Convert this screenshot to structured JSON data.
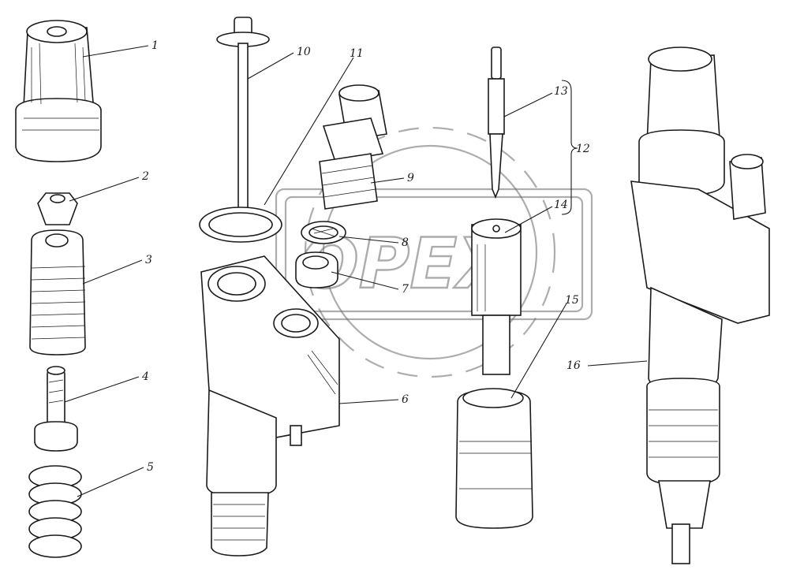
{
  "watermark": {
    "text": "OPEX"
  },
  "callouts": [
    {
      "id": "1",
      "text": "1"
    },
    {
      "id": "2",
      "text": "2"
    },
    {
      "id": "3",
      "text": "3"
    },
    {
      "id": "4",
      "text": "4"
    },
    {
      "id": "5",
      "text": "5"
    },
    {
      "id": "6",
      "text": "6"
    },
    {
      "id": "7",
      "text": "7"
    },
    {
      "id": "8",
      "text": "8"
    },
    {
      "id": "9",
      "text": "9"
    },
    {
      "id": "10",
      "text": "10"
    },
    {
      "id": "11",
      "text": "11"
    },
    {
      "id": "12",
      "text": "12"
    },
    {
      "id": "13",
      "text": "13"
    },
    {
      "id": "14",
      "text": "14"
    },
    {
      "id": "15",
      "text": "15"
    },
    {
      "id": "16",
      "text": "16"
    }
  ]
}
